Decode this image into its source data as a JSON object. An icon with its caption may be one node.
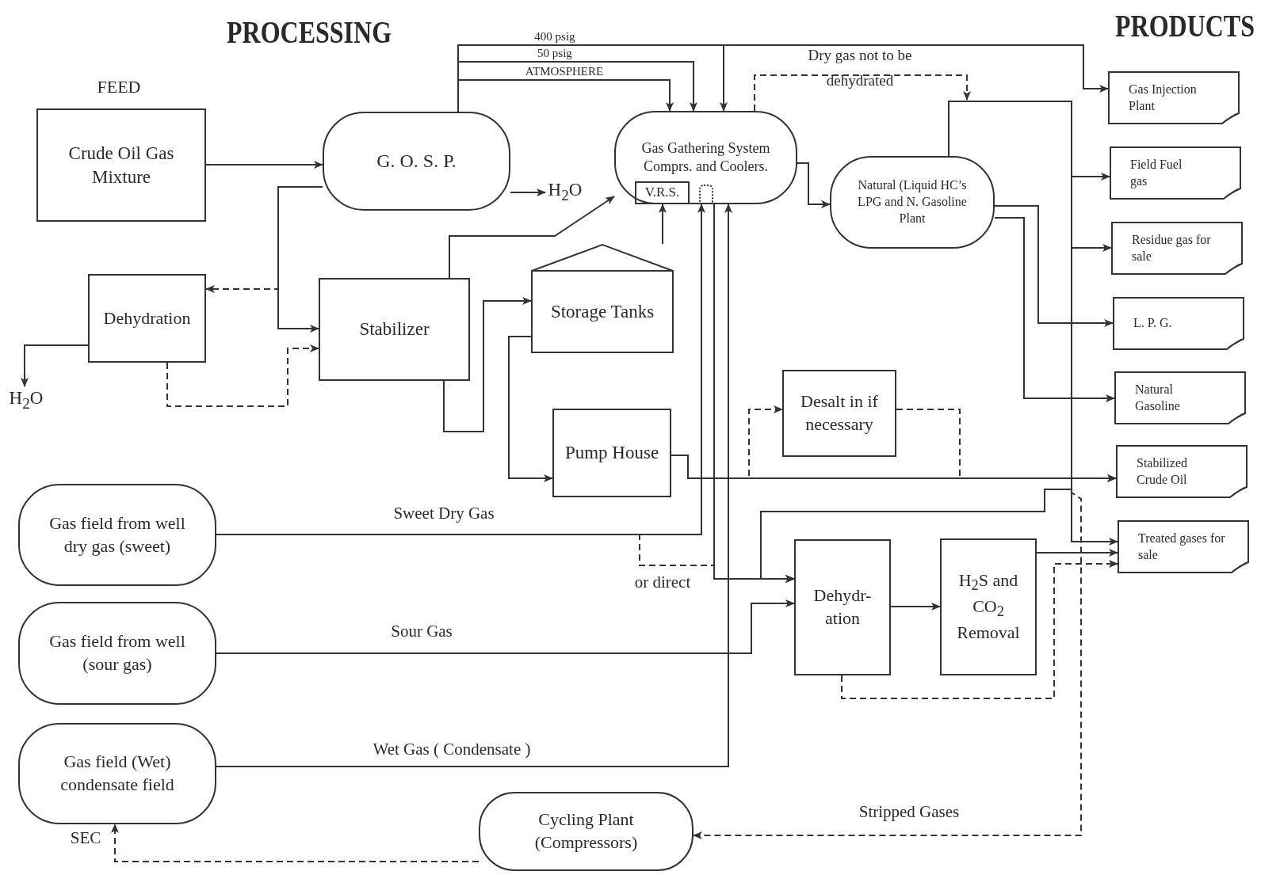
{
  "diagram": {
    "nodes": [
      {
        "text": [
          "Crude Oil Gas Mixture"
        ]
      },
      {
        "text": [
          "G. O. S. P."
        ]
      },
      {
        "text": [
          "Dehydration"
        ]
      },
      {
        "text": [
          "Stabilizer"
        ]
      },
      {
        "text": [
          "Storage Tanks"
        ]
      },
      {
        "text": [
          "Pump House"
        ]
      },
      {
        "text": [
          "Gas Gathering System Comprs. and Coolers."
        ]
      },
      {
        "text": [
          "V.R.S."
        ],
        "in": 6
      },
      {
        "text": [],
        "shape": "box",
        "in": 6
      },
      {
        "text": [
          "Natural (Liquid HC’s LPG and N. Gasoline Plant"
        ]
      },
      {
        "text": [
          "Desalt in if necessary"
        ]
      },
      {
        "text": [
          "Dehydr- ation"
        ]
      },
      {
        "text": [
          "H$_{2}$S and CO$_{2}$ Removal"
        ]
      },
      {
        "text": [
          "Gas field from well dry gas (sweet)"
        ]
      },
      {
        "text": [
          "Gas field from well (sour gas)"
        ]
      },
      {
        "text": [
          "Gas field (Wet) condensate field"
        ]
      },
      {
        "text": [
          "Cycling Plant (Compressors)"
        ]
      },
      {
        "text": [
          "Gas Injection Plant"
        ]
      },
      {
        "text": [
          "Field Fuel gas"
        ]
      },
      {
        "text": [
          "Residue gas for sale"
        ]
      },
      {
        "text": [
          "L. P. G."
        ]
      },
      {
        "text": [
          "Natural Gasoline"
        ]
      },
      {
        "text": [
          "Stabilized Crude Oil"
        ]
      },
      {
        "text": [
          "Treated gases for sale"
        ]
      },
      {
        "text": [
          "H$_{2}$O"
        ]
      },
      {
        "text": [
          "H$_{2}$O"
        ]
      }
    ],
    "edges": [
      {
        "from": 0,
        "to": 1,
        "arrow": "to"
      },
      {
        "from": 1,
        "to": 17,
        "arrow": "to",
        "label": "400 psig"
      },
      {
        "from": 1,
        "to": 6,
        "arrow": "to"
      },
      {
        "from": 1,
        "to": 6,
        "arrow": "to",
        "label": "50 psig"
      },
      {
        "from": 1,
        "to": 6,
        "arrow": "to",
        "label": "ATMOSPHERE"
      },
      {
        "from": 1,
        "to": 24,
        "arrow": "to"
      },
      {
        "from": 1,
        "to": 3,
        "arrow": "to"
      },
      {
        "from": 1,
        "to": 2,
        "arrow": "to",
        "style": "dashed"
      },
      {
        "from": 2,
        "to": 25,
        "arrow": "to"
      },
      {
        "from": 2,
        "to": 3,
        "arrow": "to",
        "style": "dashed"
      },
      {
        "from": 3,
        "to": 6,
        "arrow": "to"
      },
      {
        "from": 3,
        "to": 4,
        "arrow": "to"
      },
      {
        "from": 4,
        "to": 5,
        "arrow": "to"
      },
      {
        "from": 4,
        "to": 7,
        "arrow": "to"
      },
      {
        "from": 5,
        "to": 22,
        "arrow": "to"
      },
      {
        "from": 5,
        "to": 10,
        "arrow": "to",
        "style": "dashed"
      },
      {
        "from": 10,
        "to": 22,
        "arrow": "to",
        "style": "dashed"
      },
      {
        "from": 6,
        "to": 9,
        "arrow": "to"
      },
      {
        "from": 6,
        "to": null,
        "arrow": "to",
        "style": "dashed",
        "label": "Dry gas not to be dehydrated"
      },
      {
        "from": 9,
        "to": 18,
        "arrow": "to"
      },
      {
        "from": 9,
        "to": 19,
        "arrow": "to"
      },
      {
        "from": 9,
        "to": 23,
        "arrow": "to"
      },
      {
        "from": 9,
        "to": 20,
        "arrow": "to"
      },
      {
        "from": 9,
        "to": 21,
        "arrow": "to"
      },
      {
        "from": 9,
        "to": 11,
        "arrow": "to"
      },
      {
        "from": 6,
        "to": 11,
        "arrow": "to"
      },
      {
        "from": 13,
        "to": 8,
        "arrow": "to",
        "label": "Sweet Dry Gas"
      },
      {
        "from": 13,
        "to": 11,
        "arrow": "to",
        "style": "dashed",
        "label": "or direct"
      },
      {
        "from": 14,
        "to": 11,
        "arrow": "to",
        "label": "Sour Gas"
      },
      {
        "from": 15,
        "to": 6,
        "arrow": "to",
        "label": "Wet Gas ( Condensate )"
      },
      {
        "from": 11,
        "to": 12,
        "arrow": "to"
      },
      {
        "from": 12,
        "to": 23,
        "arrow": "to"
      },
      {
        "from": 11,
        "to": 23,
        "arrow": "to",
        "style": "dashed"
      },
      {
        "from": 9,
        "to": 16,
        "arrow": "to",
        "style": "dashed",
        "label": "Stripped Gases"
      },
      {
        "from": 16,
        "to": 15,
        "arrow": "to",
        "style": "dashed",
        "label": "SEC"
      }
    ],
    "labels": [
      "PROCESSING",
      "PRODUCTS",
      "FEED"
    ]
  }
}
